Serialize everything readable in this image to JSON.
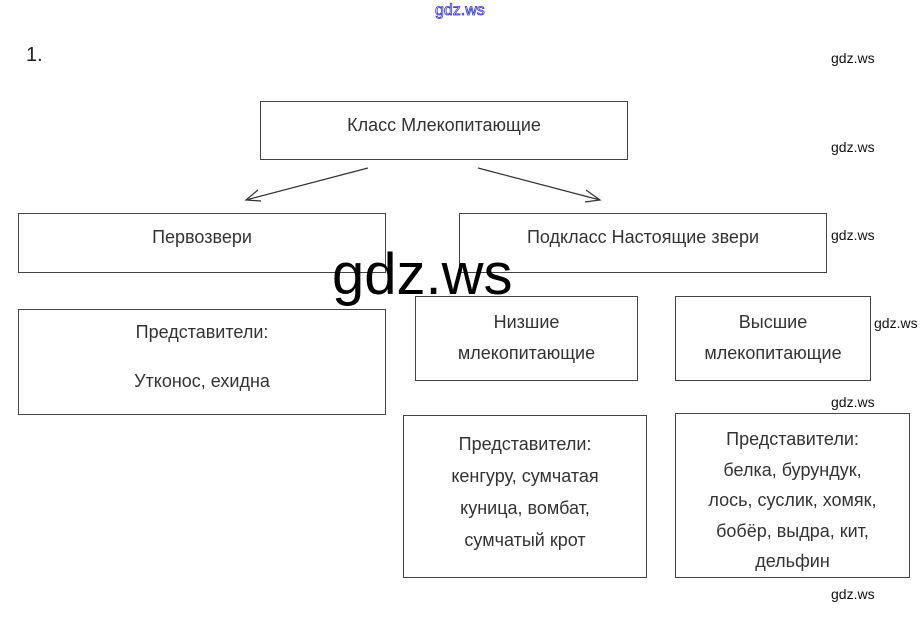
{
  "watermark": "gdz.ws",
  "task_number": "1.",
  "root": "Класс Млекопитающие",
  "left_branch": {
    "title": "Первозвери",
    "representatives_label": "Представители:",
    "representatives": "Утконос, ехидна"
  },
  "right_branch": {
    "title": "Подкласс Настоящие звери",
    "lower": {
      "title_lines": [
        "Низшие",
        "млекопитающие"
      ],
      "rep_lines": [
        "Представители:",
        "кенгуру, сумчатая",
        "куница, вомбат,",
        "сумчатый крот"
      ]
    },
    "higher": {
      "title_lines": [
        "Высшие",
        "млекопитающие"
      ],
      "rep_lines": [
        "Представители:",
        "белка, бурундук,",
        "лось, суслик, хомяк,",
        "бобёр, выдра, кит,",
        "дельфин"
      ]
    }
  }
}
